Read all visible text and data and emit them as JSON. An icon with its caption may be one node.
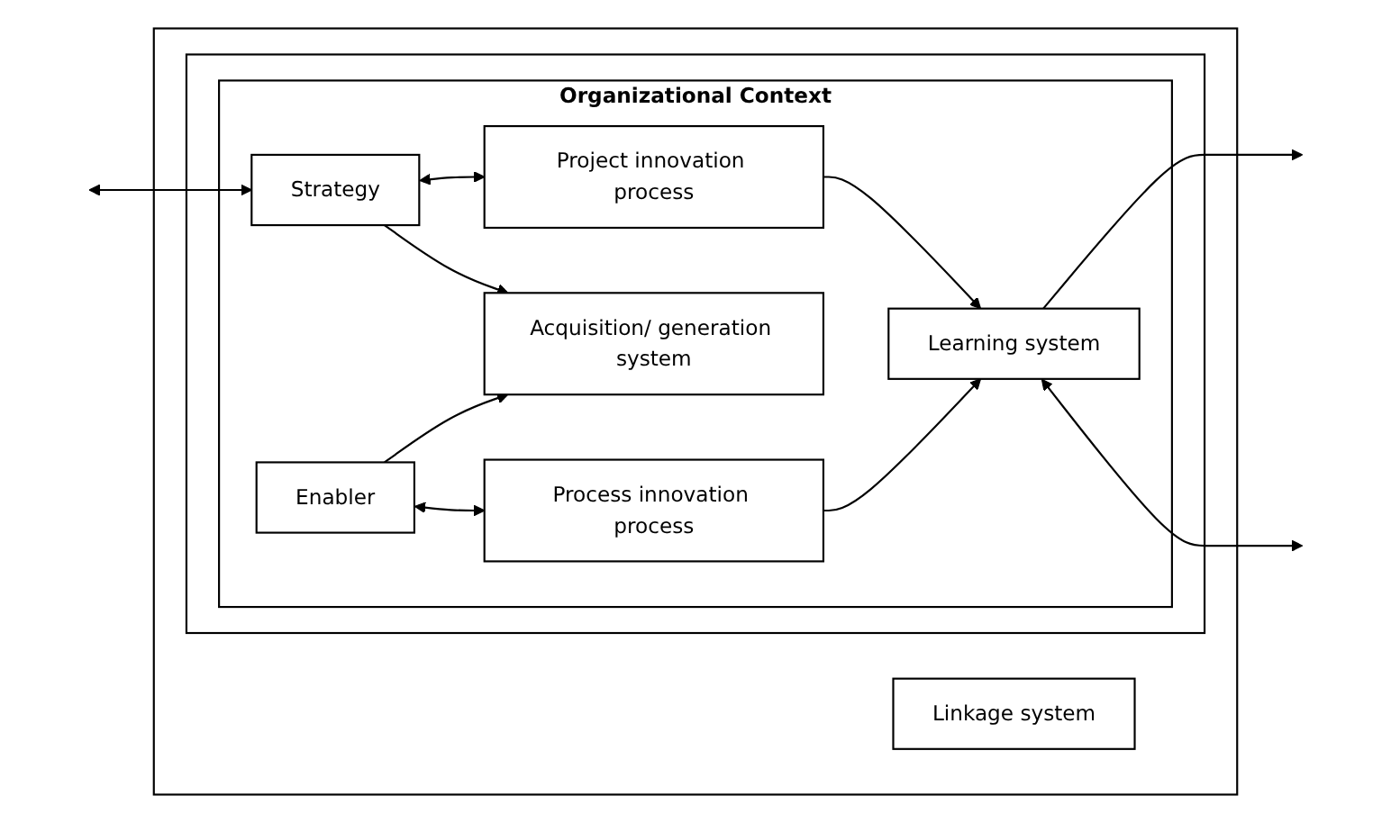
{
  "diagram": {
    "nodes": [
      {
        "text": [],
        "shape": "box"
      },
      {
        "text": [],
        "shape": "box",
        "in": 0
      },
      {
        "text": [
          "Organizational Context"
        ],
        "in": 1
      },
      {
        "text": [
          "Linkage system"
        ],
        "in": 0
      },
      {
        "text": [
          "Strategy"
        ],
        "in": 2
      },
      {
        "text": [
          "Acquisition/ generation system"
        ],
        "in": 2
      },
      {
        "text": [
          "Enabler"
        ],
        "in": 2
      },
      {
        "text": [
          "Project innovation process"
        ],
        "in": 2
      },
      {
        "text": [
          "Process innovation process"
        ],
        "in": 2
      },
      {
        "text": [
          "Learning system"
        ],
        "in": 2
      }
    ],
    "edges": [
      {
        "from": null,
        "to": 4,
        "arrow": "both"
      },
      {
        "from": 4,
        "to": 7,
        "arrow": "both"
      },
      {
        "from": 4,
        "to": 5,
        "arrow": "to"
      },
      {
        "from": 6,
        "to": 5,
        "arrow": "to"
      },
      {
        "from": 6,
        "to": 8,
        "arrow": "both"
      },
      {
        "from": 7,
        "to": 9,
        "arrow": "to"
      },
      {
        "from": 8,
        "to": 9,
        "arrow": "to"
      },
      {
        "from": 9,
        "to": null,
        "arrow": "to"
      },
      {
        "from": 9,
        "to": null,
        "arrow": "both"
      }
    ]
  }
}
